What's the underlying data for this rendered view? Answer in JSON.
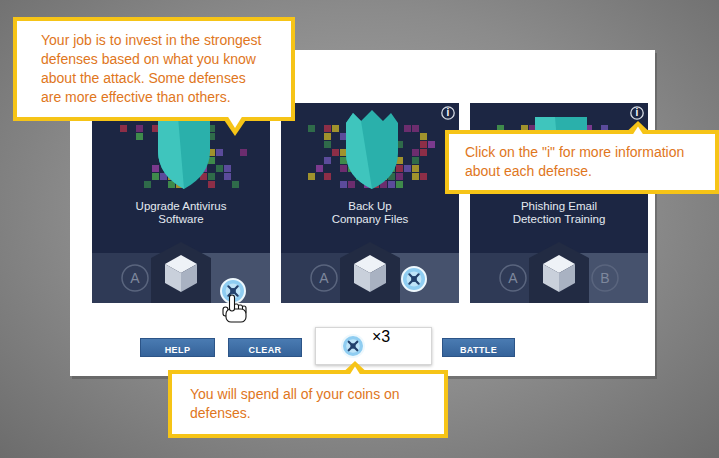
{
  "diagram": {
    "nodes": [
      {
        "text": [
          "Your job is to invest in the strongest defenses based on what you know about the attack. Some defenses are more effective than others."
        ]
      },
      {
        "text": [
          "Upgrade Antivirus Software"
        ]
      },
      {
        "text": [
          "A"
        ],
        "in": 1
      },
      {
        "text": [
          "Back Up Company Files"
        ]
      },
      {
        "text": [
          "i"
        ],
        "in": 3
      },
      {
        "text": [
          "A"
        ],
        "in": 3
      },
      {
        "text": [
          "Phishing Email Detection Training"
        ]
      },
      {
        "text": [
          "i"
        ],
        "in": 6
      },
      {
        "text": [
          "A"
        ],
        "in": 6
      },
      {
        "text": [
          "B"
        ],
        "in": 6
      },
      {
        "text": [
          "Click on the \"i\" for more information about each defense."
        ]
      },
      {
        "text": [
          "HELP"
        ]
      },
      {
        "text": [
          "CLEAR"
        ]
      },
      {
        "text": [
          "×3"
        ]
      },
      {
        "text": [
          "BATTLE"
        ]
      },
      {
        "text": [
          "You will spend all of your coins on defenses."
        ]
      }
    ]
  }
}
